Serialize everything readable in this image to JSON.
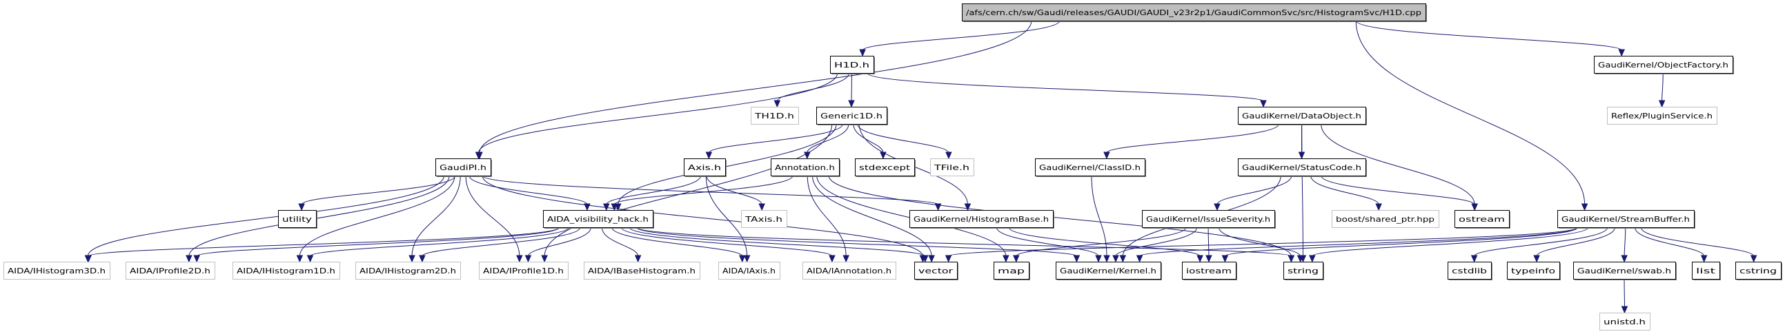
{
  "diagram": {
    "type": "include-dependency-graph",
    "root": "root",
    "colors": {
      "edge": "#191970",
      "root_fill": "#bfbfbf",
      "documented_border": "#000000",
      "undocumented_border": "#bfbfbf"
    },
    "nodes": [
      {
        "id": "root",
        "label": "/afs/cern.ch/sw/Gaudi/releases/GAUDI/GAUDI_v23r2p1/GaudiCommonSvc/src/HistogramSvc/H1D.cpp",
        "kind": "root"
      },
      {
        "id": "H1D",
        "label": "H1D.h",
        "kind": "doc"
      },
      {
        "id": "ObjectFactory",
        "label": "GaudiKernel/ObjectFactory.h",
        "kind": "doc"
      },
      {
        "id": "TH1D",
        "label": "TH1D.h",
        "kind": "undoc"
      },
      {
        "id": "Generic1D",
        "label": "Generic1D.h",
        "kind": "doc"
      },
      {
        "id": "DataObject",
        "label": "GaudiKernel/DataObject.h",
        "kind": "doc"
      },
      {
        "id": "PluginService",
        "label": "Reflex/PluginService.h",
        "kind": "undoc"
      },
      {
        "id": "GaudiPI",
        "label": "GaudiPI.h",
        "kind": "doc"
      },
      {
        "id": "Axis",
        "label": "Axis.h",
        "kind": "doc"
      },
      {
        "id": "Annotation",
        "label": "Annotation.h",
        "kind": "doc"
      },
      {
        "id": "stdexcept",
        "label": "stdexcept",
        "kind": "doc"
      },
      {
        "id": "TFile",
        "label": "TFile.h",
        "kind": "undoc"
      },
      {
        "id": "ClassID",
        "label": "GaudiKernel/ClassID.h",
        "kind": "doc"
      },
      {
        "id": "StatusCode",
        "label": "GaudiKernel/StatusCode.h",
        "kind": "doc"
      },
      {
        "id": "utility",
        "label": "utility",
        "kind": "doc"
      },
      {
        "id": "AIDAvis",
        "label": "AIDA_visibility_hack.h",
        "kind": "doc"
      },
      {
        "id": "TAxis",
        "label": "TAxis.h",
        "kind": "undoc"
      },
      {
        "id": "HistogramBase",
        "label": "GaudiKernel/HistogramBase.h",
        "kind": "doc"
      },
      {
        "id": "IssueSeverity",
        "label": "GaudiKernel/IssueSeverity.h",
        "kind": "doc"
      },
      {
        "id": "shared_ptr",
        "label": "boost/shared_ptr.hpp",
        "kind": "undoc"
      },
      {
        "id": "ostream",
        "label": "ostream",
        "kind": "doc"
      },
      {
        "id": "StreamBuffer",
        "label": "GaudiKernel/StreamBuffer.h",
        "kind": "doc"
      },
      {
        "id": "IHistogram3D",
        "label": "AIDA/IHistogram3D.h",
        "kind": "undoc"
      },
      {
        "id": "IProfile2D",
        "label": "AIDA/IProfile2D.h",
        "kind": "undoc"
      },
      {
        "id": "IHistogram1D",
        "label": "AIDA/IHistogram1D.h",
        "kind": "undoc"
      },
      {
        "id": "IHistogram2D",
        "label": "AIDA/IHistogram2D.h",
        "kind": "undoc"
      },
      {
        "id": "IProfile1D",
        "label": "AIDA/IProfile1D.h",
        "kind": "undoc"
      },
      {
        "id": "IBaseHistogram",
        "label": "AIDA/IBaseHistogram.h",
        "kind": "undoc"
      },
      {
        "id": "IAxis",
        "label": "AIDA/IAxis.h",
        "kind": "undoc"
      },
      {
        "id": "IAnnotation",
        "label": "AIDA/IAnnotation.h",
        "kind": "undoc"
      },
      {
        "id": "vector",
        "label": "vector",
        "kind": "doc"
      },
      {
        "id": "map",
        "label": "map",
        "kind": "doc"
      },
      {
        "id": "Kernel",
        "label": "GaudiKernel/Kernel.h",
        "kind": "doc"
      },
      {
        "id": "iostream",
        "label": "iostream",
        "kind": "doc"
      },
      {
        "id": "string",
        "label": "string",
        "kind": "doc"
      },
      {
        "id": "cstdlib",
        "label": "cstdlib",
        "kind": "doc"
      },
      {
        "id": "typeinfo",
        "label": "typeinfo",
        "kind": "doc"
      },
      {
        "id": "swab",
        "label": "GaudiKernel/swab.h",
        "kind": "doc"
      },
      {
        "id": "list",
        "label": "list",
        "kind": "doc"
      },
      {
        "id": "cstring",
        "label": "cstring",
        "kind": "doc"
      },
      {
        "id": "unistd",
        "label": "unistd.h",
        "kind": "undoc"
      }
    ],
    "edges": [
      [
        "root",
        "GaudiPI"
      ],
      [
        "root",
        "H1D"
      ],
      [
        "root",
        "ObjectFactory"
      ],
      [
        "root",
        "StreamBuffer"
      ],
      [
        "H1D",
        "GaudiPI"
      ],
      [
        "H1D",
        "TH1D"
      ],
      [
        "H1D",
        "Generic1D"
      ],
      [
        "H1D",
        "DataObject"
      ],
      [
        "ObjectFactory",
        "PluginService"
      ],
      [
        "Generic1D",
        "Axis"
      ],
      [
        "Generic1D",
        "Annotation"
      ],
      [
        "Generic1D",
        "stdexcept"
      ],
      [
        "Generic1D",
        "TFile"
      ],
      [
        "Generic1D",
        "AIDAvis"
      ],
      [
        "Generic1D",
        "IProfile1D"
      ],
      [
        "Generic1D",
        "HistogramBase"
      ],
      [
        "DataObject",
        "ClassID"
      ],
      [
        "DataObject",
        "StatusCode"
      ],
      [
        "DataObject",
        "ostream"
      ],
      [
        "DataObject",
        "string"
      ],
      [
        "GaudiPI",
        "utility"
      ],
      [
        "GaudiPI",
        "AIDAvis"
      ],
      [
        "GaudiPI",
        "IHistogram3D"
      ],
      [
        "GaudiPI",
        "IProfile2D"
      ],
      [
        "GaudiPI",
        "IHistogram1D"
      ],
      [
        "GaudiPI",
        "IHistogram2D"
      ],
      [
        "GaudiPI",
        "IProfile1D"
      ],
      [
        "GaudiPI",
        "HistogramBase"
      ],
      [
        "GaudiPI",
        "vector"
      ],
      [
        "Axis",
        "AIDAvis"
      ],
      [
        "Axis",
        "TAxis"
      ],
      [
        "Axis",
        "IAxis"
      ],
      [
        "Annotation",
        "AIDAvis"
      ],
      [
        "Annotation",
        "IAnnotation"
      ],
      [
        "Annotation",
        "vector"
      ],
      [
        "Annotation",
        "map"
      ],
      [
        "Annotation",
        "string"
      ],
      [
        "ClassID",
        "Kernel"
      ],
      [
        "StatusCode",
        "IssueSeverity"
      ],
      [
        "StatusCode",
        "shared_ptr"
      ],
      [
        "StatusCode",
        "ostream"
      ],
      [
        "StatusCode",
        "Kernel"
      ],
      [
        "AIDAvis",
        "IHistogram3D"
      ],
      [
        "AIDAvis",
        "IProfile2D"
      ],
      [
        "AIDAvis",
        "IHistogram1D"
      ],
      [
        "AIDAvis",
        "IHistogram2D"
      ],
      [
        "AIDAvis",
        "IProfile1D"
      ],
      [
        "AIDAvis",
        "IBaseHistogram"
      ],
      [
        "AIDAvis",
        "IAxis"
      ],
      [
        "AIDAvis",
        "IAnnotation"
      ],
      [
        "AIDAvis",
        "vector"
      ],
      [
        "AIDAvis",
        "Kernel"
      ],
      [
        "AIDAvis",
        "string"
      ],
      [
        "HistogramBase",
        "Kernel"
      ],
      [
        "HistogramBase",
        "iostream"
      ],
      [
        "IssueSeverity",
        "map"
      ],
      [
        "IssueSeverity",
        "Kernel"
      ],
      [
        "IssueSeverity",
        "iostream"
      ],
      [
        "IssueSeverity",
        "string"
      ],
      [
        "StreamBuffer",
        "vector"
      ],
      [
        "StreamBuffer",
        "Kernel"
      ],
      [
        "StreamBuffer",
        "iostream"
      ],
      [
        "StreamBuffer",
        "string"
      ],
      [
        "StreamBuffer",
        "cstdlib"
      ],
      [
        "StreamBuffer",
        "typeinfo"
      ],
      [
        "StreamBuffer",
        "swab"
      ],
      [
        "StreamBuffer",
        "list"
      ],
      [
        "StreamBuffer",
        "cstring"
      ],
      [
        "swab",
        "unistd"
      ]
    ]
  }
}
